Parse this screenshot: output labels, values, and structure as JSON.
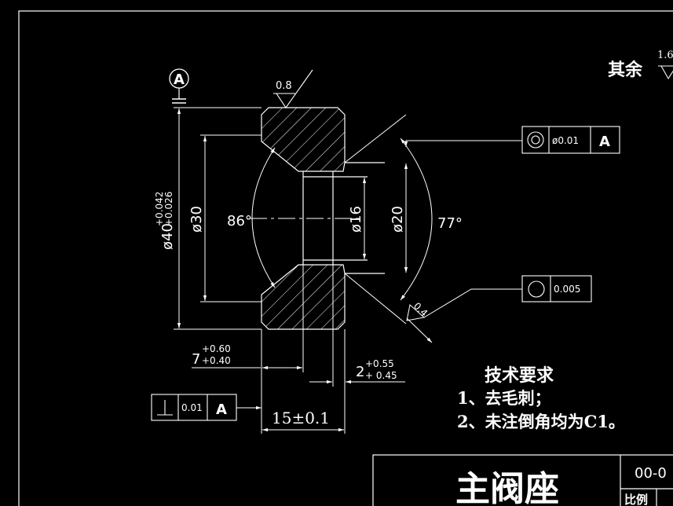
{
  "surface_finish": {
    "rest_label": "其余",
    "rest_value": "1.6",
    "face_value": "0.8",
    "chamfer_value": "0.4"
  },
  "datum": {
    "letter": "A"
  },
  "dimensions": {
    "dia40_main": "ø40",
    "dia40_upper": "+0.042",
    "dia40_lower": "+0.026",
    "dia30": "ø30",
    "dia16": "ø16",
    "dia20": "ø20",
    "angle86": "86°",
    "angle77": "77°",
    "depth7_main": "7",
    "depth7_upper": "+0.60",
    "depth7_lower": "+0.40",
    "depth2_main": "2",
    "depth2_upper": "+0.55",
    "depth2_lower": "+ 0.45",
    "width15": "15±0.1"
  },
  "tolerance_frames": {
    "concentricity": {
      "value": "ø0.01",
      "datum": "A"
    },
    "roundness": {
      "value": "0.005"
    },
    "perpendicularity": {
      "value": "0.01",
      "datum": "A"
    }
  },
  "notes": {
    "title": "技术要求",
    "items": [
      "1、去毛刺；",
      "2、未注倒角均为C1。"
    ]
  },
  "title_block": {
    "part_name": "主阀座",
    "drawing_no": "00-0",
    "scale_label": "比例"
  }
}
